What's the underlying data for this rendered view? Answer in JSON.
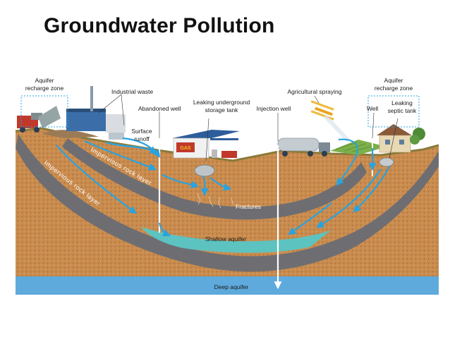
{
  "title": "Groundwater Pollution",
  "labels": {
    "aquifer_recharge_left_1": "Aquifer",
    "aquifer_recharge_left_2": "recharge zone",
    "industrial_waste": "Industrial waste",
    "abandoned_well": "Abandoned well",
    "leaking_tank_1": "Leaking underground",
    "leaking_tank_2": "storage tank",
    "injection_well": "Injection well",
    "agricultural_spraying": "Agricultural spraying",
    "aquifer_recharge_right_1": "Aquifer",
    "aquifer_recharge_right_2": "recharge zone",
    "well": "Well",
    "septic_1": "Leaking",
    "septic_2": "septic tank",
    "surface_runoff_1": "Surface",
    "surface_runoff_2": "runoff",
    "impervious_upper": "Impervious rock layer",
    "impervious_lower": "Impervious rock layer",
    "fractures": "Fractures",
    "shallow_aquifer": "Shallow aquifer",
    "deep_aquifer": "Deep aquifer",
    "gas_sign": "GAS"
  },
  "colors": {
    "soil": "#c68a4c",
    "rock_layer": "#6e6e72",
    "shallow_aquifer": "#57c6c6",
    "deep_aquifer": "#4d9fd6",
    "flow_arrow": "#29a3e0",
    "callout_box": "#29a3e0"
  }
}
